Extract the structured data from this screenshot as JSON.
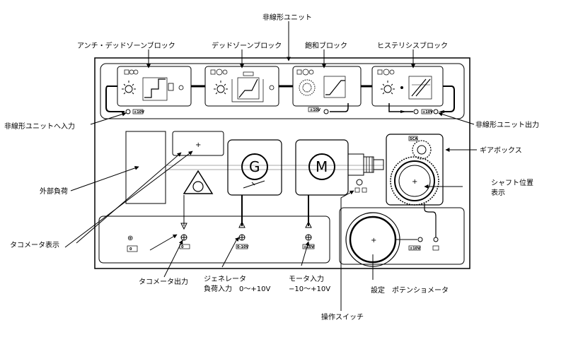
{
  "labels": {
    "nonlinear_unit": "非線形ユニット",
    "anti_deadzone": "アンチ・デッドゾーンブロック",
    "deadzone": "デッドゾーンブロック",
    "saturation": "飽和ブロック",
    "hysteresis": "ヒステリシスブロック",
    "nonlinear_input": "非線形ユニットへ入力",
    "nonlinear_output": "非線形ユニット出力",
    "gearbox": "ギアボックス",
    "external_load": "外部負荷",
    "shaft_position_1": "シャフト位置",
    "shaft_position_2": "表示",
    "tacho_display": "タコメータ表示",
    "tacho_output": "タコメータ出力",
    "generator_1": "ジェネレータ",
    "generator_2": "負荷入力　0～+10V",
    "motor_1": "モータ入力",
    "motor_2": "−10～+10V",
    "setting_pot": "設定　ポテンショメータ",
    "op_switch": "操作スイッチ"
  },
  "panel": {
    "generator_symbol": "G",
    "motor_symbol": "M",
    "plus": "+",
    "ground_symbol": "⊕",
    "tag_10v": "±10V",
    "tag_0_10v": "0-10V",
    "tag_pm10v": "±10V",
    "tag_zero": "0",
    "tag_0": "0",
    "tag_gear": "SCA",
    "pot_tag": "±10V"
  }
}
